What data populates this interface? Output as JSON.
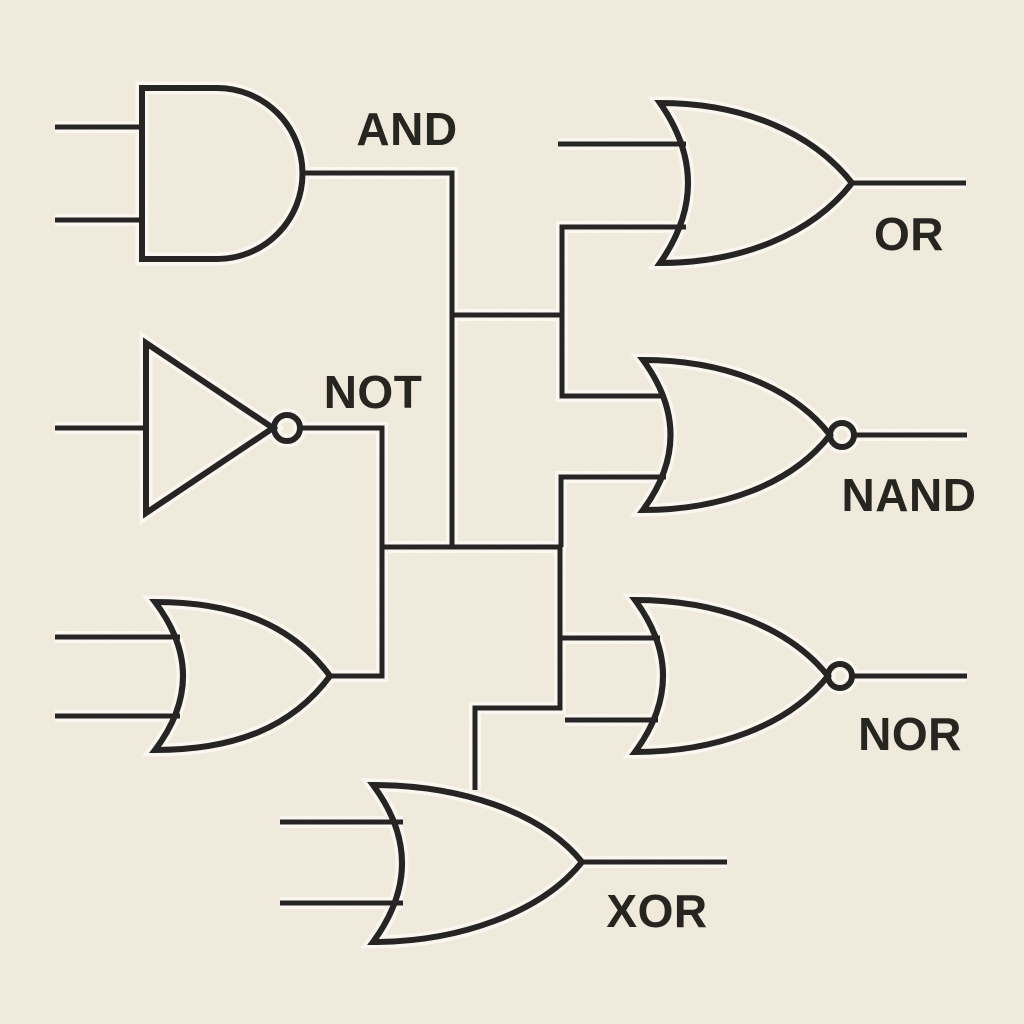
{
  "diagram": {
    "type": "logic-gate-circuit",
    "background_color": "#f1ebdd",
    "line_color": "#222120",
    "casing_color": "#fbf8f1",
    "label_color": "#26251f",
    "labels": [
      {
        "id": "and",
        "text": "AND"
      },
      {
        "id": "or",
        "text": "OR"
      },
      {
        "id": "not",
        "text": "NOT"
      },
      {
        "id": "nand",
        "text": "NAND"
      },
      {
        "id": "nor",
        "text": "NOR"
      },
      {
        "id": "xor",
        "text": "XOR"
      }
    ],
    "gates": [
      {
        "id": "and-gate",
        "type": "AND",
        "label": "AND"
      },
      {
        "id": "or-gate",
        "type": "OR",
        "label": "OR"
      },
      {
        "id": "not-gate",
        "type": "NOT",
        "label": "NOT"
      },
      {
        "id": "nand-gate",
        "type": "NAND",
        "label": "NAND"
      },
      {
        "id": "nor-gate",
        "type": "NOR",
        "label": "NOR"
      },
      {
        "id": "or-gate-unlabeled",
        "type": "OR",
        "label": ""
      },
      {
        "id": "xor-gate",
        "type": "XOR",
        "label": "XOR"
      }
    ]
  }
}
